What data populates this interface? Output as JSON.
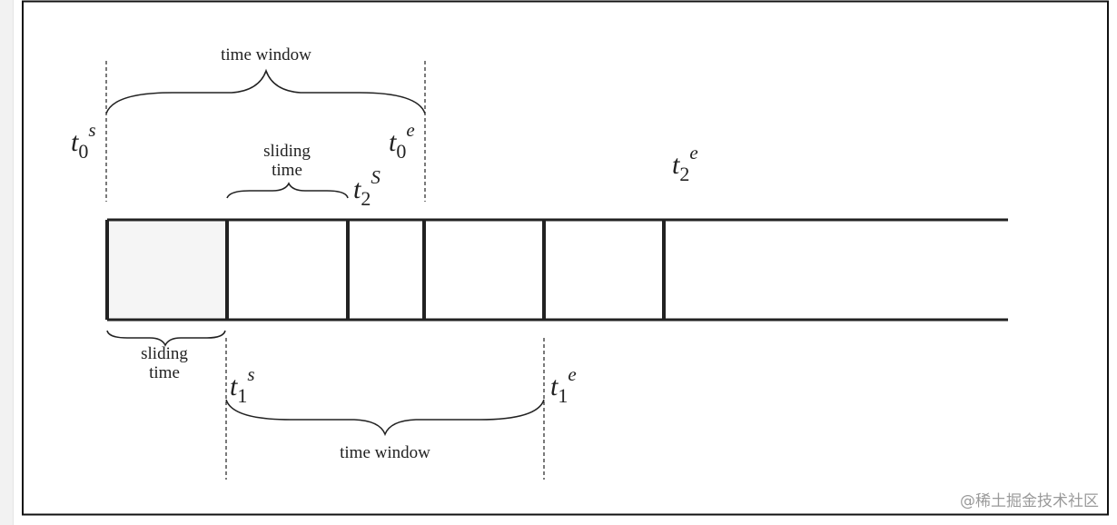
{
  "labels": {
    "top_window": "time window",
    "bottom_window": "time window",
    "top_sliding": [
      "sliding",
      "time"
    ],
    "bottom_sliding": [
      "sliding",
      "time"
    ]
  },
  "time_marks": {
    "t0s": {
      "base": "t",
      "sub": "0",
      "sup": "s"
    },
    "t0e": {
      "base": "t",
      "sub": "0",
      "sup": "e"
    },
    "t2s": {
      "base": "t",
      "sub": "2",
      "sup": "S"
    },
    "t2e": {
      "base": "t",
      "sub": "2",
      "sup": "e"
    },
    "t1s": {
      "base": "t",
      "sub": "1",
      "sup": "s"
    },
    "t1e": {
      "base": "t",
      "sub": "1",
      "sup": "e"
    }
  },
  "watermark": "@稀土掘金技术社区",
  "colors": {
    "line": "#222222",
    "first_box_fill": "#f5f5f5"
  }
}
